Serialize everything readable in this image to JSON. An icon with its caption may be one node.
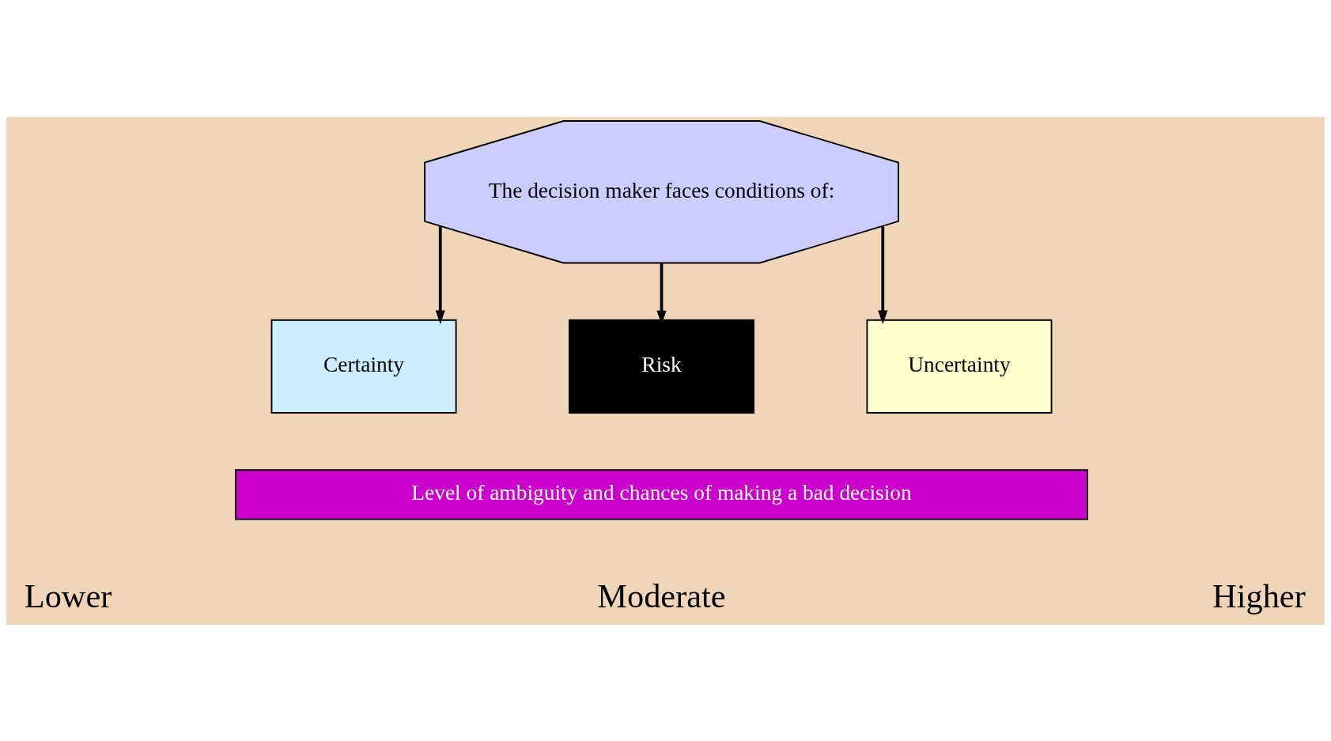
{
  "diagram": {
    "nodes": [
      {
        "text": [
          "The decision maker faces conditions of:"
        ]
      },
      {
        "text": [
          "Certainty"
        ]
      },
      {
        "text": [
          "Risk"
        ]
      },
      {
        "text": [
          "Uncertainty"
        ]
      },
      {
        "text": [
          "Level of ambiguity and chances of making a bad decision"
        ]
      }
    ],
    "edges": [
      {
        "from": 0,
        "to": 1,
        "arrow": "to"
      },
      {
        "from": 0,
        "to": 2,
        "arrow": "to"
      },
      {
        "from": 0,
        "to": 3,
        "arrow": "to"
      }
    ],
    "labels": [
      "Lower",
      "Moderate",
      "Higher"
    ]
  }
}
